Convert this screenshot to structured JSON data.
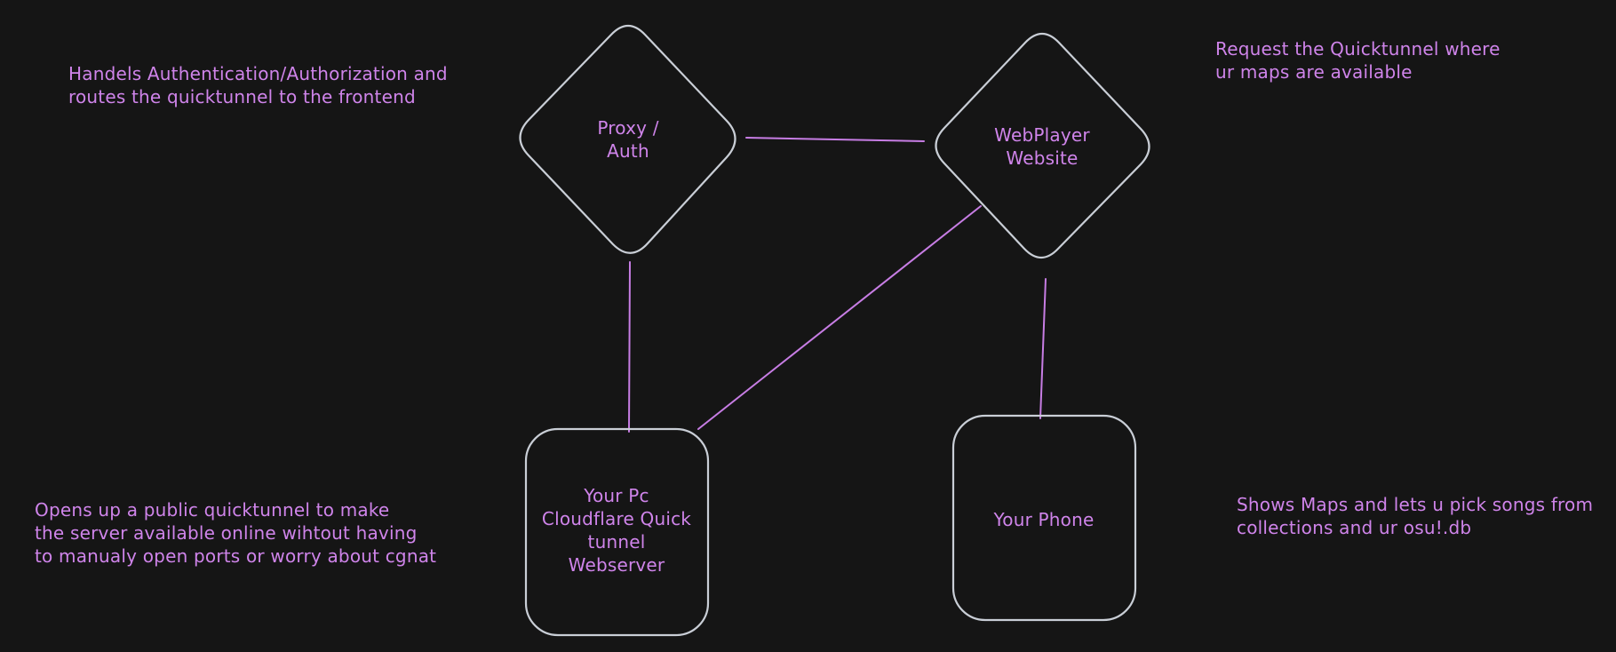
{
  "canvas": {
    "background_color": "#151515",
    "shape_stroke_color": "#c9ced6",
    "connector_color": "#c77de4",
    "text_color": "#cf84ea"
  },
  "nodes": {
    "proxy_auth": {
      "shape": "diamond",
      "label": "Proxy /\nAuth"
    },
    "webplayer_website": {
      "shape": "diamond",
      "label": "WebPlayer\nWebsite"
    },
    "your_pc": {
      "shape": "rounded-rectangle",
      "label": "Your Pc\nCloudflare Quick\ntunnel\nWebserver"
    },
    "your_phone": {
      "shape": "rounded-rectangle",
      "label": "Your Phone"
    }
  },
  "edges": [
    {
      "from": "proxy_auth",
      "to": "webplayer_website"
    },
    {
      "from": "proxy_auth",
      "to": "your_pc"
    },
    {
      "from": "webplayer_website",
      "to": "your_pc"
    },
    {
      "from": "webplayer_website",
      "to": "your_phone"
    }
  ],
  "annotations": {
    "proxy_note": "Handels Authentication/Authorization and\nroutes the quicktunnel to the frontend",
    "webplayer_note": "Request the Quicktunnel where\nur maps are available",
    "server_note": "Opens up a public quicktunnel to make\nthe server available online wihtout having\nto manualy open ports or worry about cgnat",
    "phone_note": "Shows Maps and lets u pick songs from\ncollections and ur osu!.db"
  }
}
